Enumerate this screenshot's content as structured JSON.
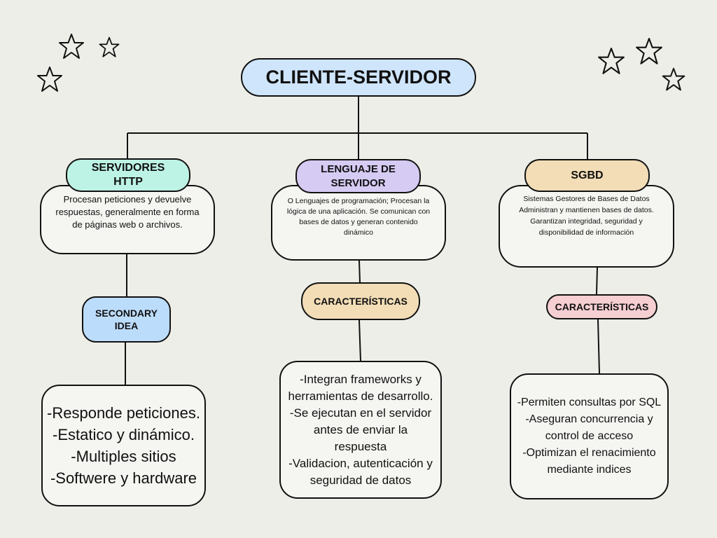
{
  "title": "CLIENTE-SERVIDOR",
  "branches": [
    {
      "name": "SERVIDORES HTTP",
      "color": "#bdf3e4",
      "description": "Procesan peticiones y devuelve respuestas, generalmente en forma de páginas web o archivos.",
      "sub_label": "SECONDARY IDEA",
      "sub_color": "#bcdcfb",
      "items": [
        "-Responde peticiones.",
        "-Estatico y dinámico.",
        "-Multiples sitios",
        "-Softwere y hardware"
      ]
    },
    {
      "name": "LENGUAJE DE SERVIDOR",
      "color": "#d5cbf3",
      "description": "O Lenguajes de programación; Procesan la lógica de una aplicación. Se comunican con bases de datos y generan contenido dinámico",
      "sub_label": "CARACTERÍSTICAS",
      "sub_color": "#f2ddb6",
      "items": [
        "-Integran frameworks y herramientas de desarrollo.",
        "-Se ejecutan en el servidor antes de enviar la respuesta",
        "-Validacion, autenticación y seguridad de datos"
      ]
    },
    {
      "name": "SGBD",
      "color": "#f2ddb6",
      "description": "Sistemas Gestores de Bases de Datos Administran y mantienen bases de datos. Garantizan integridad, seguridad y disponibilidad de información",
      "sub_label": "CARACTERÍSTICAS",
      "sub_color": "#f6cfd2",
      "items": [
        "-Permiten consultas por SQL",
        "-Aseguran concurrencia y control de acceso",
        "-Optimizan el renacimiento mediante indices"
      ]
    }
  ],
  "decorations": {
    "icon": "star-icon",
    "count": 6
  }
}
